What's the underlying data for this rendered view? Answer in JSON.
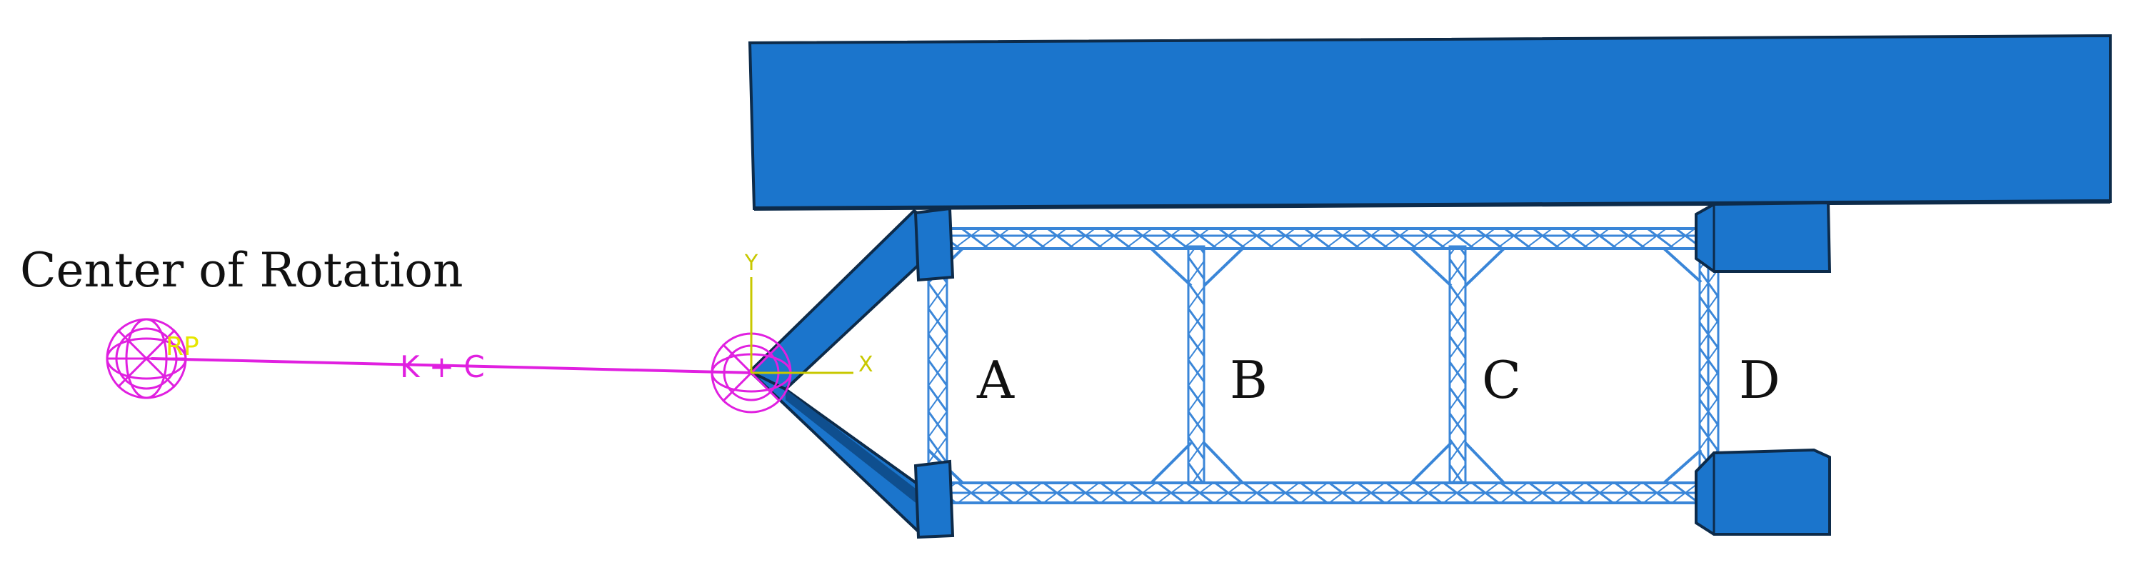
{
  "title": "Center of Rotation",
  "bays": [
    {
      "label": "A"
    },
    {
      "label": "B"
    },
    {
      "label": "C"
    },
    {
      "label": "D"
    }
  ],
  "reference_point": {
    "label": "RP"
  },
  "connector": {
    "label": "K + C"
  },
  "axes": {
    "x_label": "X",
    "y_label": "Y"
  },
  "colors": {
    "structure_blue": "#1b75cc",
    "structure_edge": "#0d2b4a",
    "truss_blue": "#3a86d8",
    "connector_magenta": "#e020e0",
    "axis_yellow": "#c8c800"
  }
}
